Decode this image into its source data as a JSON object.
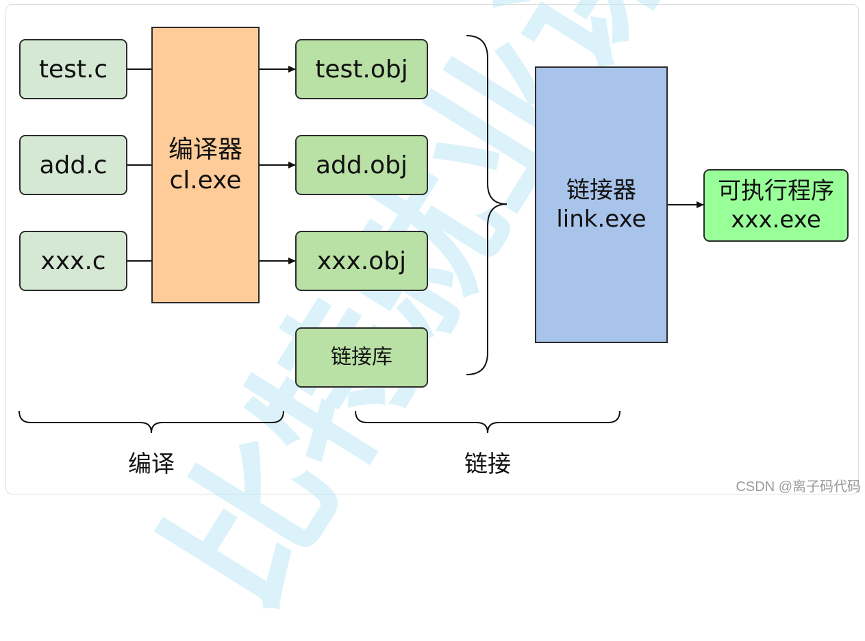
{
  "sources": [
    {
      "label": "test.c"
    },
    {
      "label": "add.c"
    },
    {
      "label": "xxx.c"
    }
  ],
  "compiler": {
    "line1": "编译器",
    "line2": "cl.exe"
  },
  "objects": [
    {
      "label": "test.obj"
    },
    {
      "label": "add.obj"
    },
    {
      "label": "xxx.obj"
    }
  ],
  "library": {
    "label": "链接库"
  },
  "linker": {
    "line1": "链接器",
    "line2": "link.exe"
  },
  "output": {
    "line1": "可执行程序",
    "line2": "xxx.exe"
  },
  "phases": {
    "compile": "编译",
    "link": "链接"
  },
  "watermark": {
    "text": "比特就业课"
  },
  "credit": {
    "text": "CSDN @离子码代码"
  },
  "colors": {
    "source_fill": "#d5e8d4",
    "object_fill": "#b9e0a5",
    "compiler_fill": "#ffcc99",
    "linker_fill": "#a9c4eb",
    "output_fill": "#99ff99",
    "watermark": "#bfe8f7"
  }
}
